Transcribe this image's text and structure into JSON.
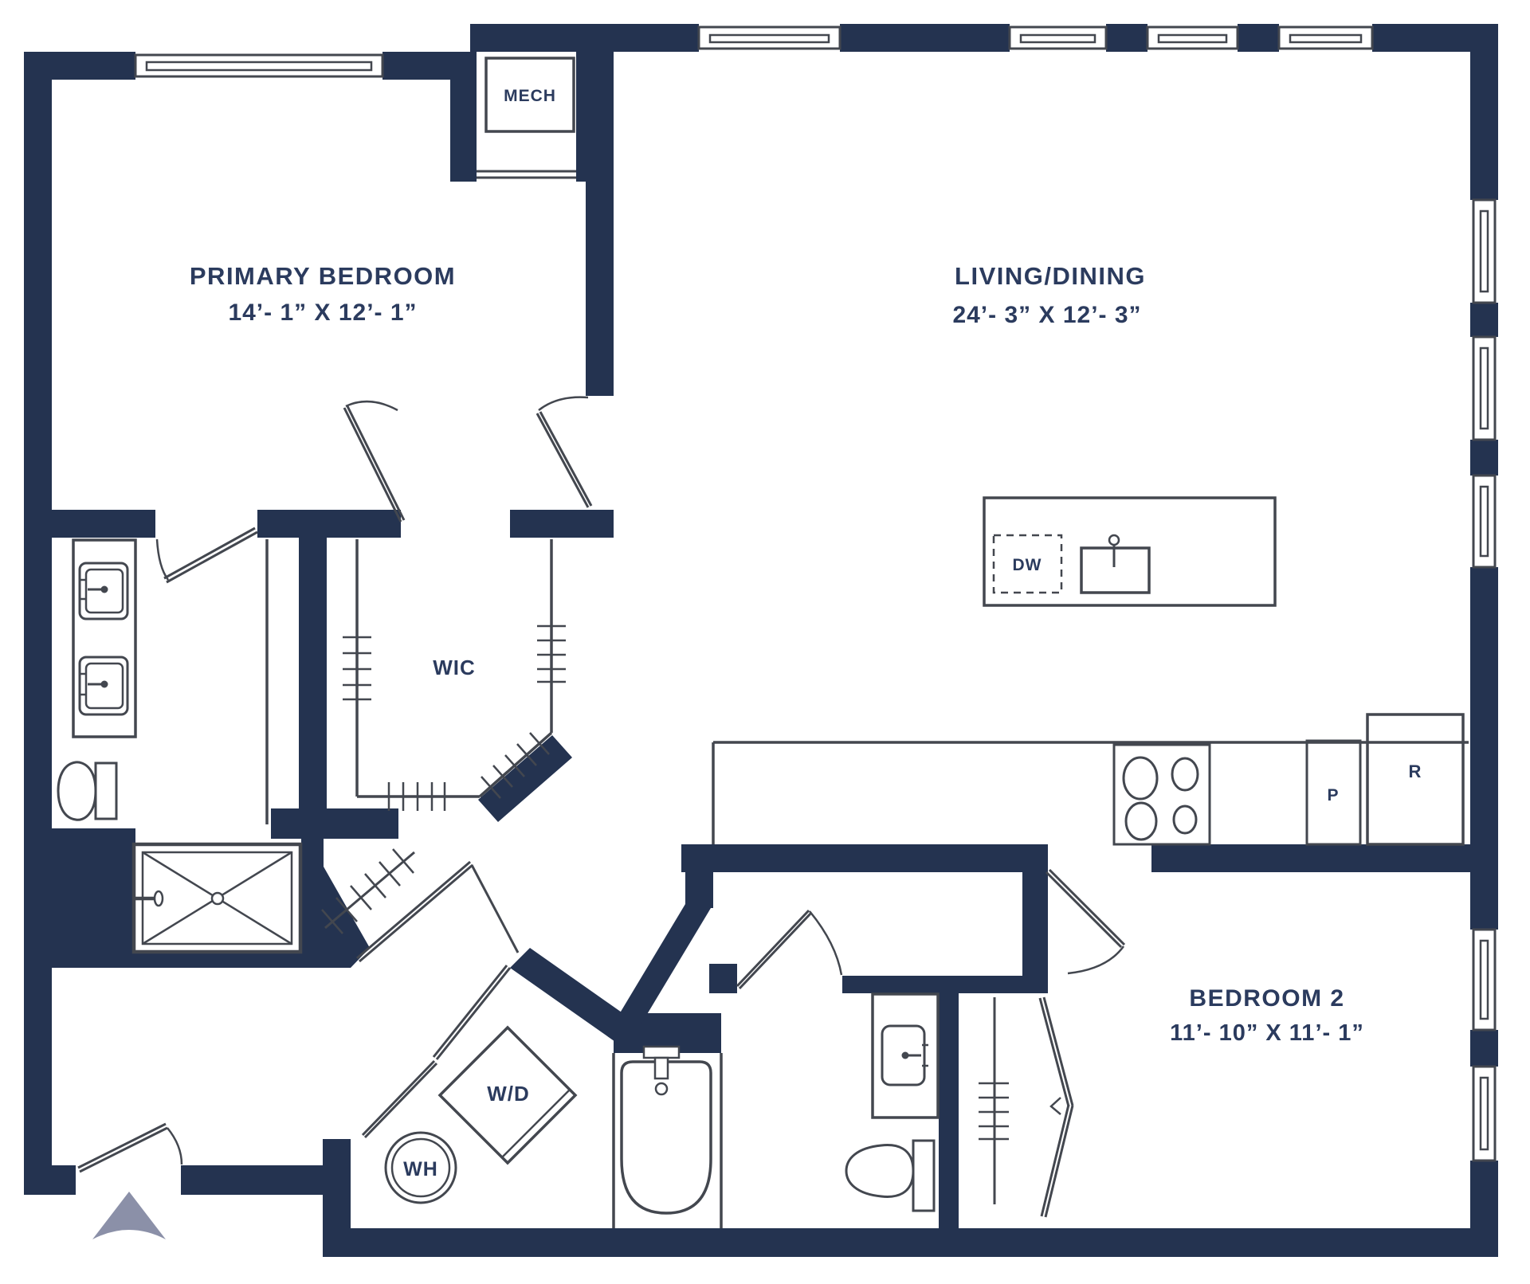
{
  "plan": {
    "rooms": [
      {
        "id": "primary-bedroom",
        "name": "PRIMARY BEDROOM",
        "dimensions": "14’- 1” X 12’- 1”"
      },
      {
        "id": "living-dining",
        "name": "LIVING/DINING",
        "dimensions": "24’- 3” X 12’- 3”"
      },
      {
        "id": "bedroom-2",
        "name": "BEDROOM 2",
        "dimensions": "11’- 10” X 11’- 1”"
      }
    ],
    "labels": {
      "mech": "MECH",
      "wic": "WIC",
      "washer_dryer": "W/D",
      "water_heater": "WH",
      "dishwasher": "DW",
      "pantry": "P",
      "refrigerator": "R"
    },
    "colors": {
      "wall": "#243350",
      "fixture_line": "#43474f",
      "text": "#2b3b5e",
      "north_arrow": "#8b90a8",
      "background": "#ffffff"
    }
  }
}
